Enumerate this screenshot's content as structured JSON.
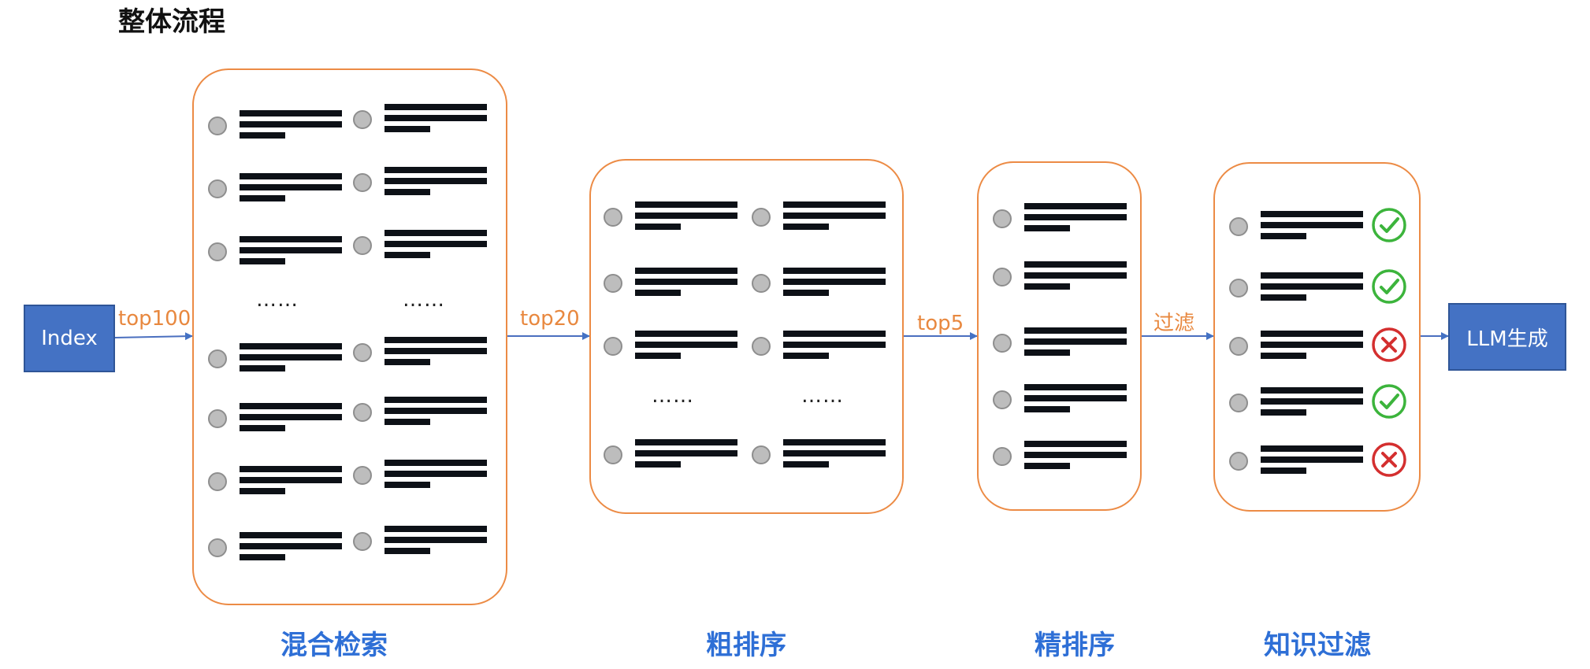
{
  "title": "整体流程",
  "index_node": {
    "label": "Index"
  },
  "output_node": {
    "label": "LLM生成"
  },
  "edges": [
    {
      "label": "top100"
    },
    {
      "label": "top20"
    },
    {
      "label": "top5"
    },
    {
      "label": "过滤"
    },
    {
      "label": ""
    }
  ],
  "stages": [
    {
      "label": "混合检索",
      "ellipsis": "……"
    },
    {
      "label": "粗排序",
      "ellipsis": "……"
    },
    {
      "label": "精排序"
    },
    {
      "label": "知识过滤",
      "results": [
        "pass",
        "pass",
        "fail",
        "pass",
        "fail"
      ]
    }
  ],
  "colors": {
    "box_border": "#ec8b45",
    "node_fill": "#4472c4",
    "edge_label": "#e8883f",
    "stage_label": "#2e6fd6",
    "pass": "#3cb43c",
    "fail": "#d42f2f"
  },
  "icons": {
    "pass": "check-circle-icon",
    "fail": "x-circle-icon"
  }
}
